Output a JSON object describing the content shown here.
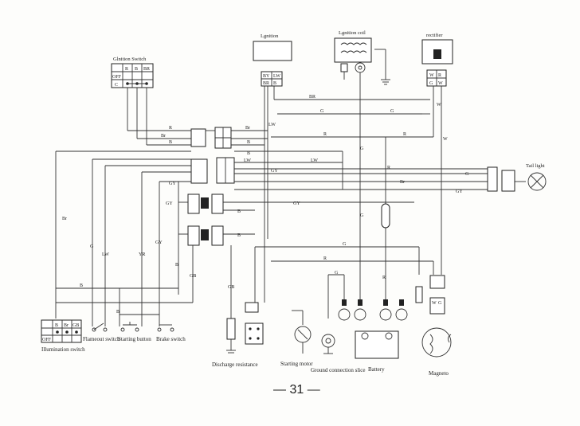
{
  "components": {
    "ignition": "Lgnition",
    "ignition_coil": "Lgnition coil",
    "rectifier": "rectifier",
    "ignition_switch": "Glnition Switch",
    "tail_light": "Tail light",
    "illumination_switch": "Illumination switch",
    "flameout_switch": "Flameout switch",
    "starting_button": "Starting button",
    "brake_switch": "Brake switch",
    "discharge_resistance": "Discharge resistance",
    "starting_motor": "Starting motor",
    "ground_connection_slice": "Ground connection slice",
    "battery": "Battery",
    "magneto": "Magneto"
  },
  "ignition_switch_table": {
    "header": [
      "R",
      "B",
      "BR"
    ],
    "rows": [
      "OFF",
      "C"
    ]
  },
  "illumination_switch_table": {
    "header": [
      "B",
      "Br",
      "GB"
    ],
    "rows": [
      "OFF"
    ]
  },
  "ignition_plug_pins": [
    "BY",
    "LW",
    "BR",
    "B"
  ],
  "rectifier_plug_pins": [
    "W",
    "R",
    "G",
    "W"
  ],
  "magneto_plug_pins": [
    "W",
    "G"
  ],
  "wire_labels": {
    "br": "BR",
    "g": "G",
    "r": "R",
    "w": "W",
    "Br": "Br",
    "b": "B",
    "lw": "LW",
    "gy": "GY",
    "yr": "YR",
    "gb": "GB"
  },
  "page_number": "— 31 —"
}
